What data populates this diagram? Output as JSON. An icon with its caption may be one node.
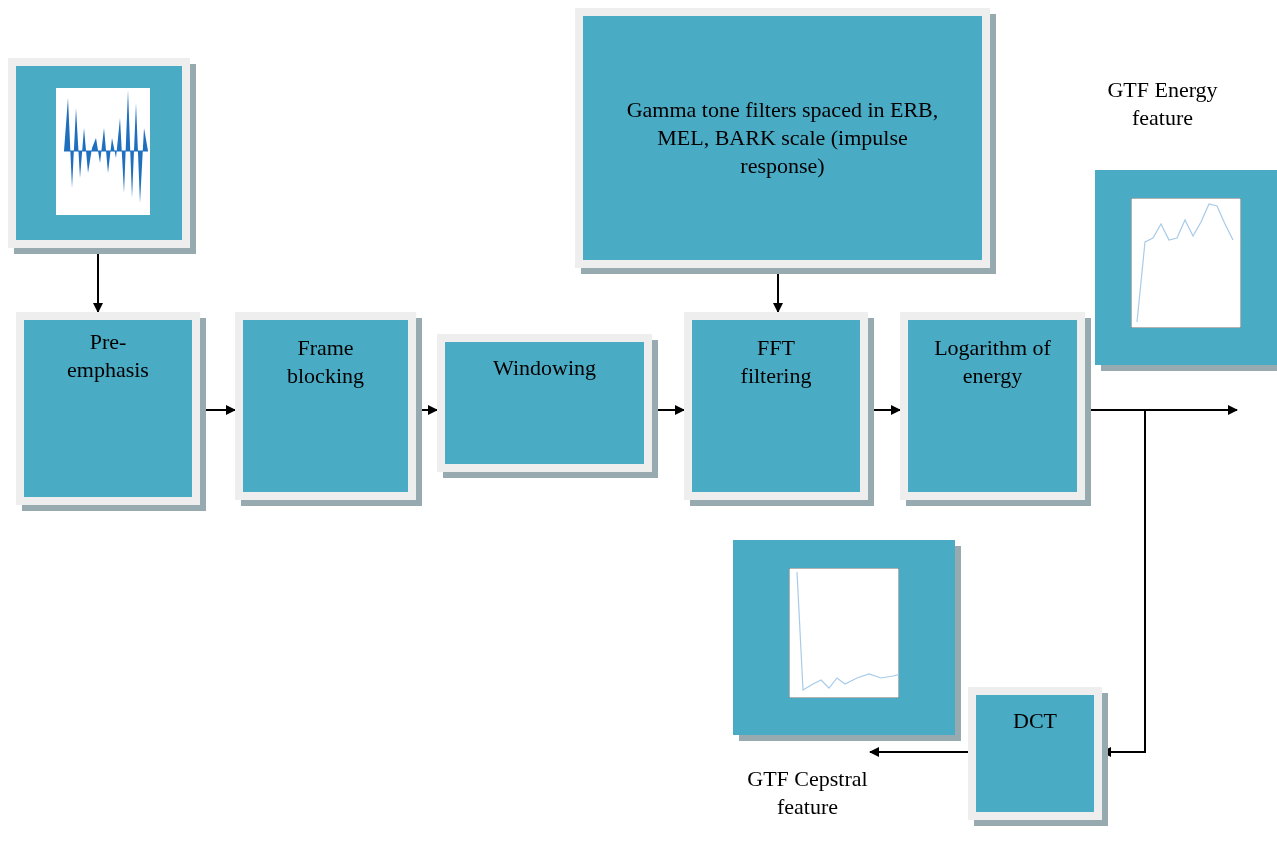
{
  "diagram": {
    "nodes": [
      {
        "text": [],
        "shape": "picture"
      },
      {
        "text": [
          "Pre-emphasis"
        ]
      },
      {
        "text": [
          "Frame blocking"
        ]
      },
      {
        "text": [
          "Windowing"
        ]
      },
      {
        "text": [
          "FFT filtering"
        ]
      },
      {
        "text": [
          "Logarithm of energy"
        ]
      },
      {
        "text": [
          "Gamma tone filters spaced in ERB, MEL, BARK scale (impulse response)"
        ]
      },
      {
        "text": [
          "DCT"
        ]
      },
      {
        "text": [
          "GTF Cepstral feature"
        ]
      }
    ],
    "edges": [
      {
        "from": 0,
        "to": 1,
        "arrow": "to"
      },
      {
        "from": 1,
        "to": 2,
        "arrow": "to"
      },
      {
        "from": 2,
        "to": 3,
        "arrow": "to"
      },
      {
        "from": 3,
        "to": 4,
        "arrow": "to"
      },
      {
        "from": 6,
        "to": 4,
        "arrow": "to"
      },
      {
        "from": 4,
        "to": 5,
        "arrow": "to"
      },
      {
        "from": 5,
        "to": null,
        "arrow": "to"
      },
      {
        "from": 5,
        "to": 7,
        "arrow": "to"
      },
      {
        "from": 7,
        "to": 8,
        "arrow": "to"
      }
    ],
    "labels": [
      "GTF Energy feature"
    ]
  }
}
